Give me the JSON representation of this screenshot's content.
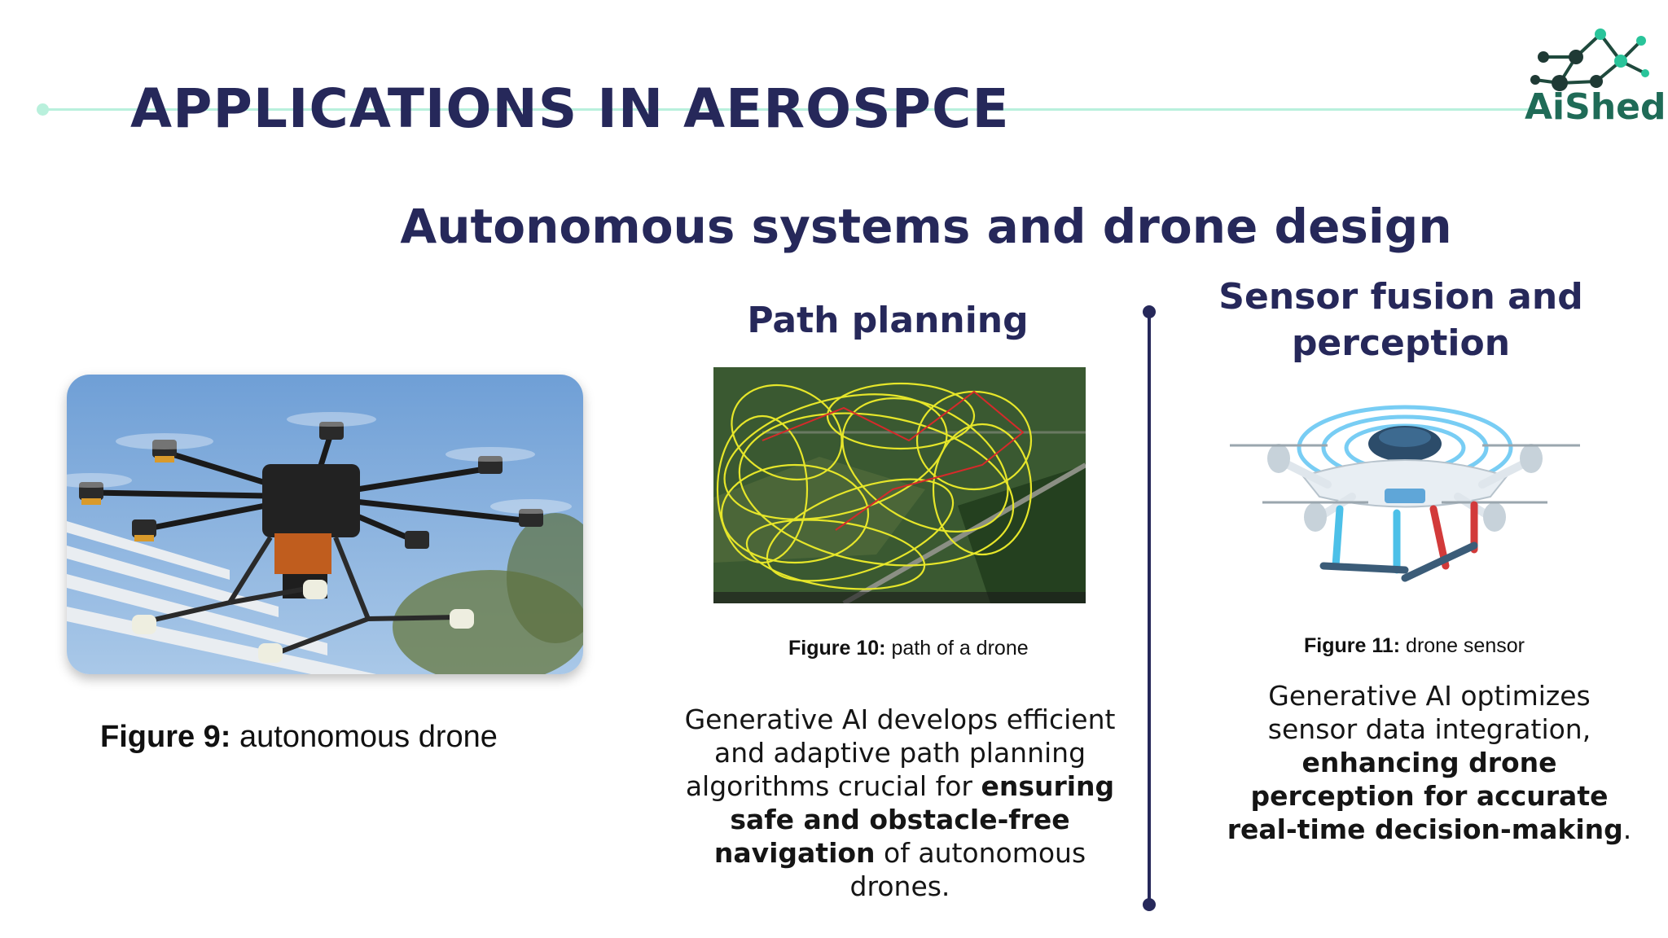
{
  "header": {
    "title": "APPLICATIONS IN AEROSPCE",
    "logo_text": "AiShed",
    "colors": {
      "accent_line": "#b9f0dc",
      "title": "#26285a",
      "logo_green": "#1f6b57"
    }
  },
  "subtitle": "Autonomous systems and drone design",
  "left": {
    "figure_label": "Figure 9:",
    "figure_caption": "autonomous drone"
  },
  "middle": {
    "heading": "Path planning",
    "figure_label": "Figure 10:",
    "figure_caption": "path of a drone",
    "text_1": "Generative AI develops efficient and adaptive path planning algorithms crucial for ",
    "text_bold": "ensuring safe and obstacle-free navigation",
    "text_2": " of autonomous drones."
  },
  "right": {
    "heading": "Sensor fusion and perception",
    "figure_label": "Figure 11:",
    "figure_caption": "drone sensor",
    "text_1": "Generative AI optimizes sensor data integration, ",
    "text_bold": "enhancing drone perception for accurate real-time decision-making",
    "text_2": "."
  }
}
